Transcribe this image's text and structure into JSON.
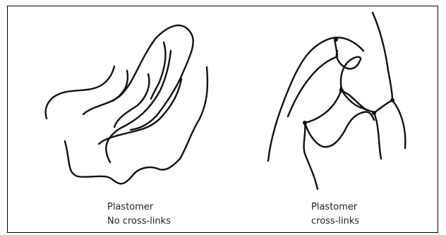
{
  "colors": {
    "stroke": "#111111",
    "background": "#ffffff",
    "border": "#000000"
  },
  "panels": [
    {
      "id": "left",
      "title": "Plastomer",
      "subtitle": "No cross-links"
    },
    {
      "id": "right",
      "title": "Plastomer",
      "subtitle": "cross-links"
    }
  ]
}
